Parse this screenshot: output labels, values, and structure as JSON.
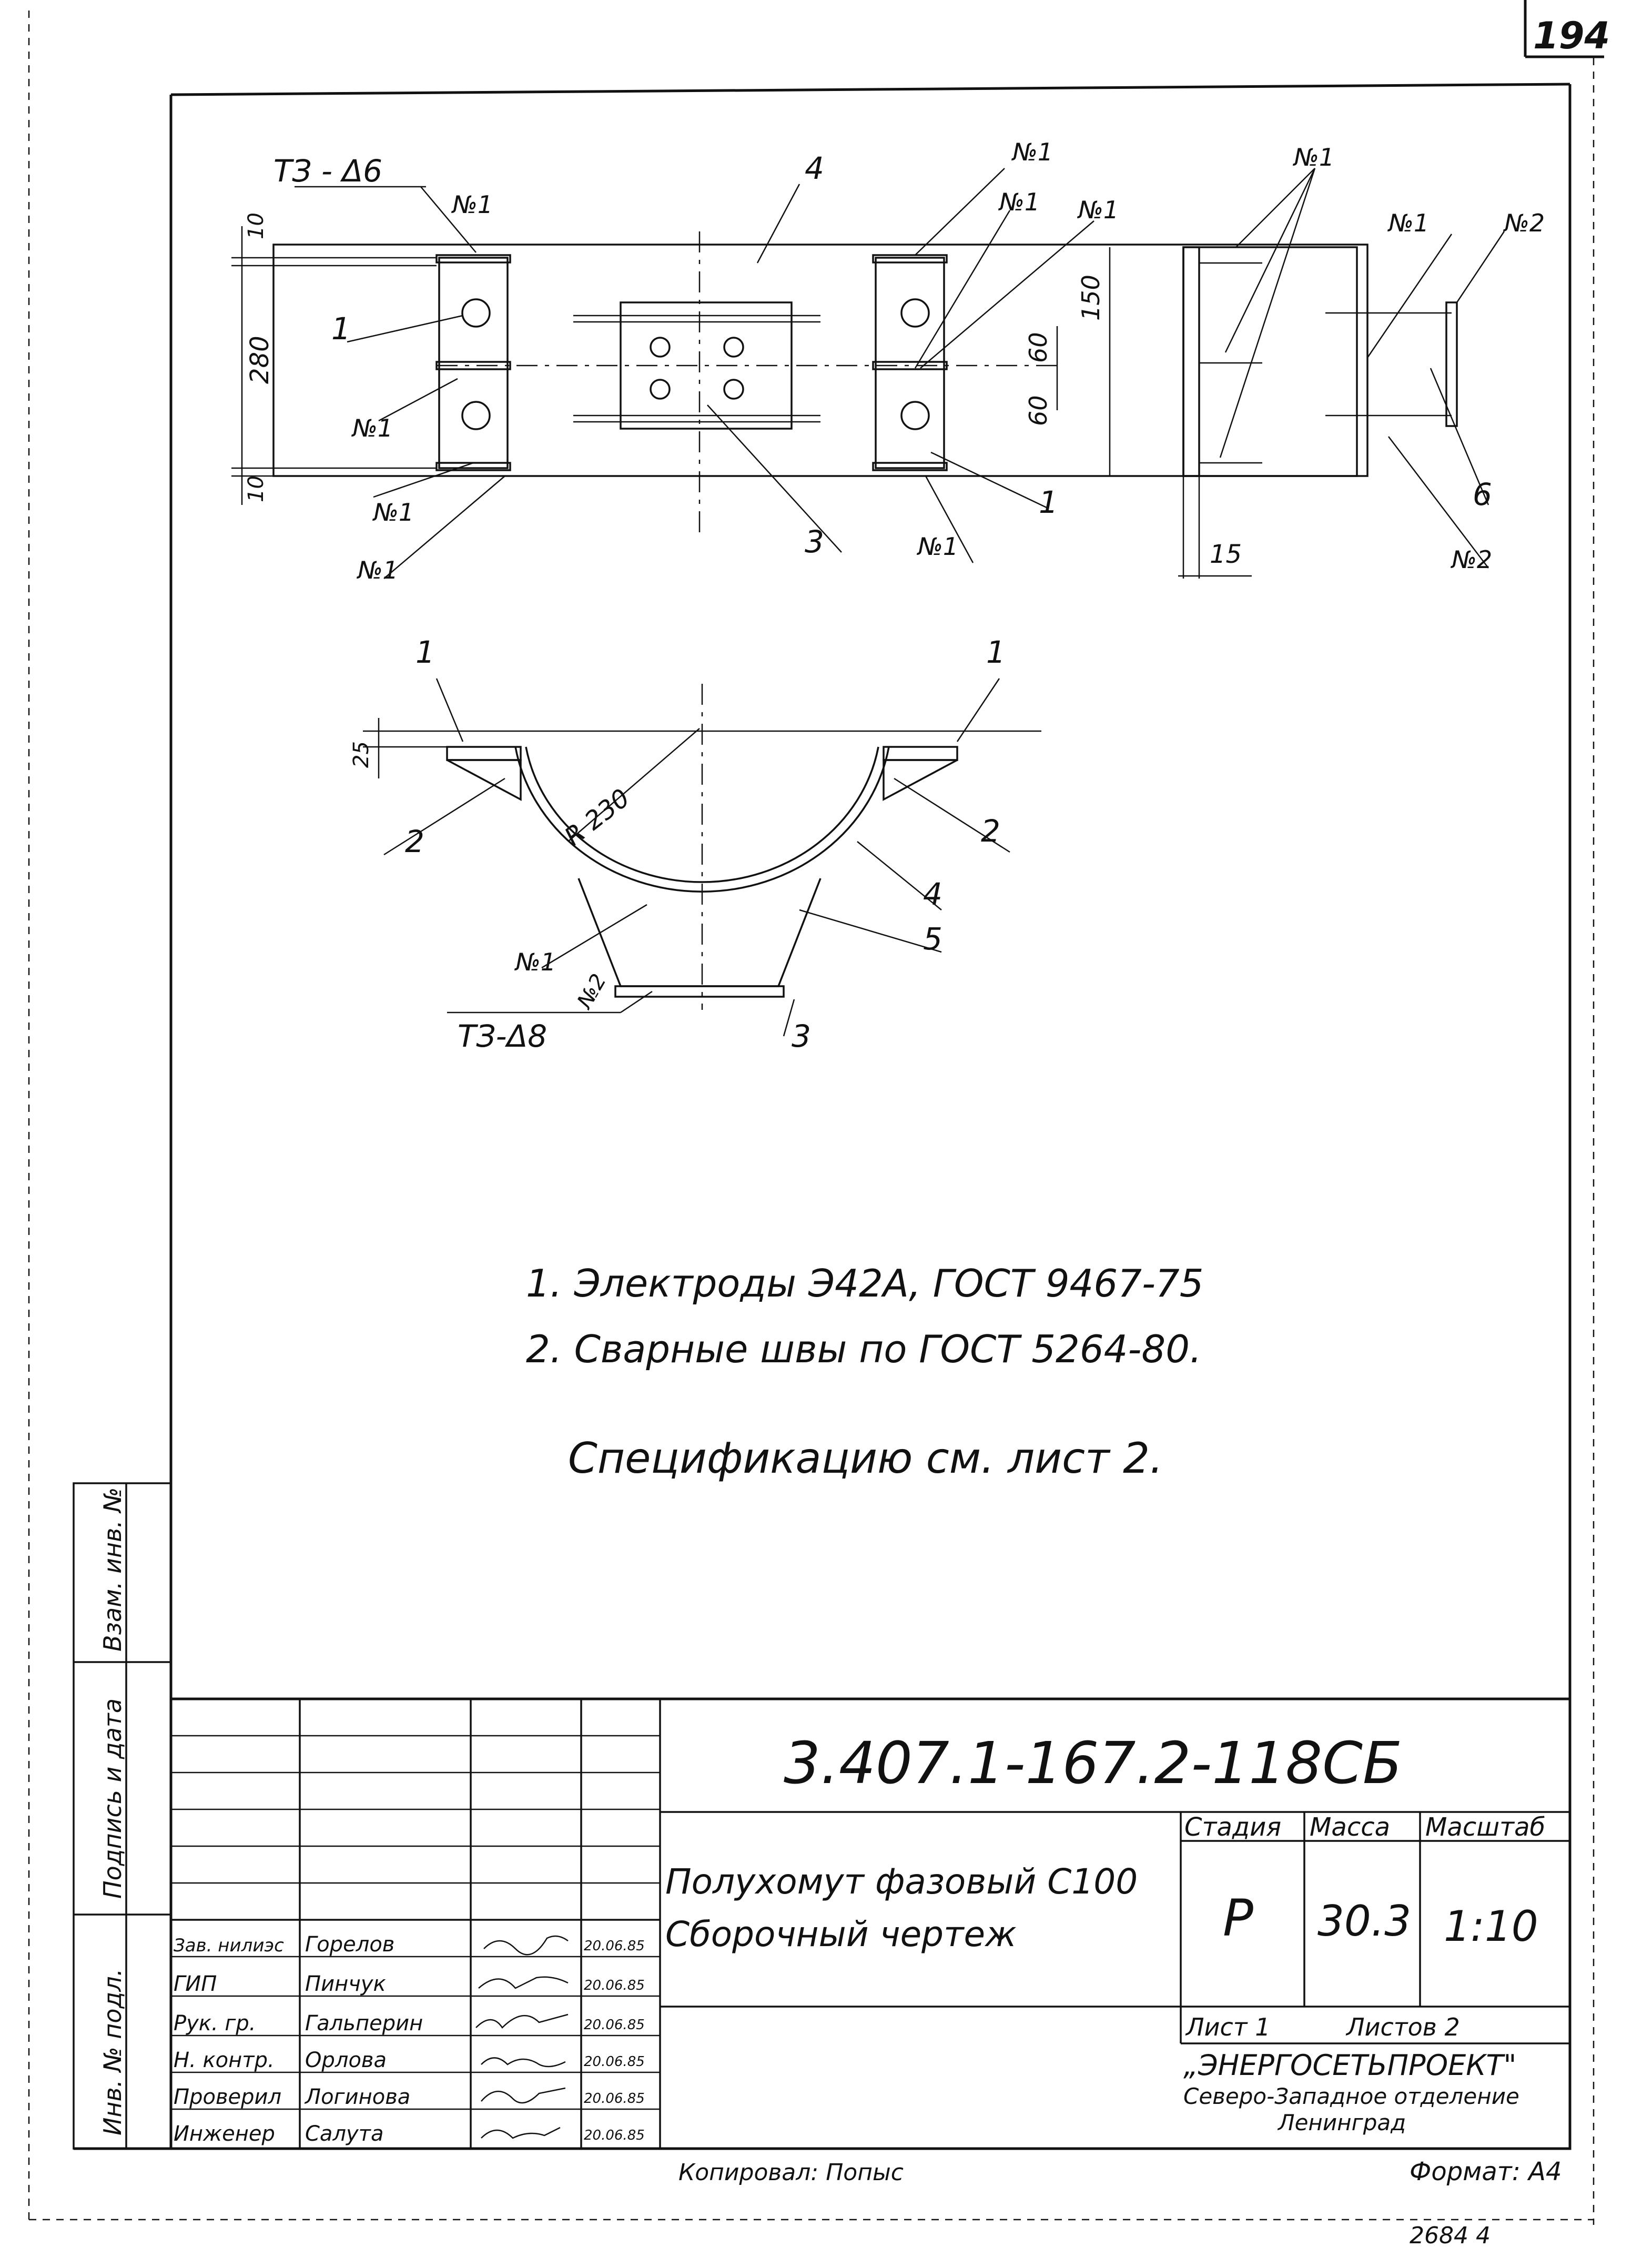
{
  "sheet_number": "194",
  "copy_number": "2684 4",
  "colors": {
    "ink": "#111111",
    "paper": "#ffffff"
  },
  "drawing": {
    "weld_top_left": "ТЗ - Δ6",
    "weld_bottom": "ТЗ-Δ8",
    "weld_marks": [
      "№1",
      "№2"
    ],
    "dimensions": {
      "d10_top": "10",
      "d280": "280",
      "d10_bottom": "10",
      "d150": "150",
      "d60_upper": "60",
      "d60_lower": "60",
      "d15": "15",
      "d25": "25",
      "radius": "R 230"
    },
    "part_numbers": {
      "p1": "1",
      "p2": "2",
      "p3": "3",
      "p4": "4",
      "p5": "5",
      "p6": "6"
    }
  },
  "notes": [
    "1. Электроды Э42А, ГОСТ 9467-75",
    "2. Сварные швы по ГОСТ 5264-80."
  ],
  "spec_note": "Спецификацию см. лист 2.",
  "margin_labels": {
    "vzam": "Взам. инв. №",
    "podpis": "Подпись и дата",
    "inv": "Инв. № подл."
  },
  "title_block": {
    "doc_code": "3.407.1-167.2-118СБ",
    "title_line1": "Полухомут фазовый С100",
    "title_line2": "Сборочный чертеж",
    "stage_header": "Стадия",
    "mass_header": "Масса",
    "scale_header": "Масштаб",
    "stage": "Р",
    "mass": "30.3",
    "scale": "1:10",
    "sheet_label": "Лист 1",
    "sheets_total": "Листов 2",
    "org_name": "„ЭНЕРГОСЕТЬПРОЕКТ\"",
    "org_div": "Северо-Западное отделение",
    "org_city": "Ленинград",
    "copied": "Копировал: Попыс",
    "format": "Формат: А4",
    "signers": [
      {
        "role": "Зав. нилиэс",
        "name": "Горелов",
        "date": "20.06.85"
      },
      {
        "role": "ГИП",
        "name": "Пинчук",
        "date": "20.06.85"
      },
      {
        "role": "Рук. гр.",
        "name": "Гальперин",
        "date": "20.06.85"
      },
      {
        "role": "Н. контр.",
        "name": "Орлова",
        "date": "20.06.85"
      },
      {
        "role": "Проверил",
        "name": "Логинова",
        "date": "20.06.85"
      },
      {
        "role": "Инженер",
        "name": "Салута",
        "date": "20.06.85"
      }
    ]
  }
}
